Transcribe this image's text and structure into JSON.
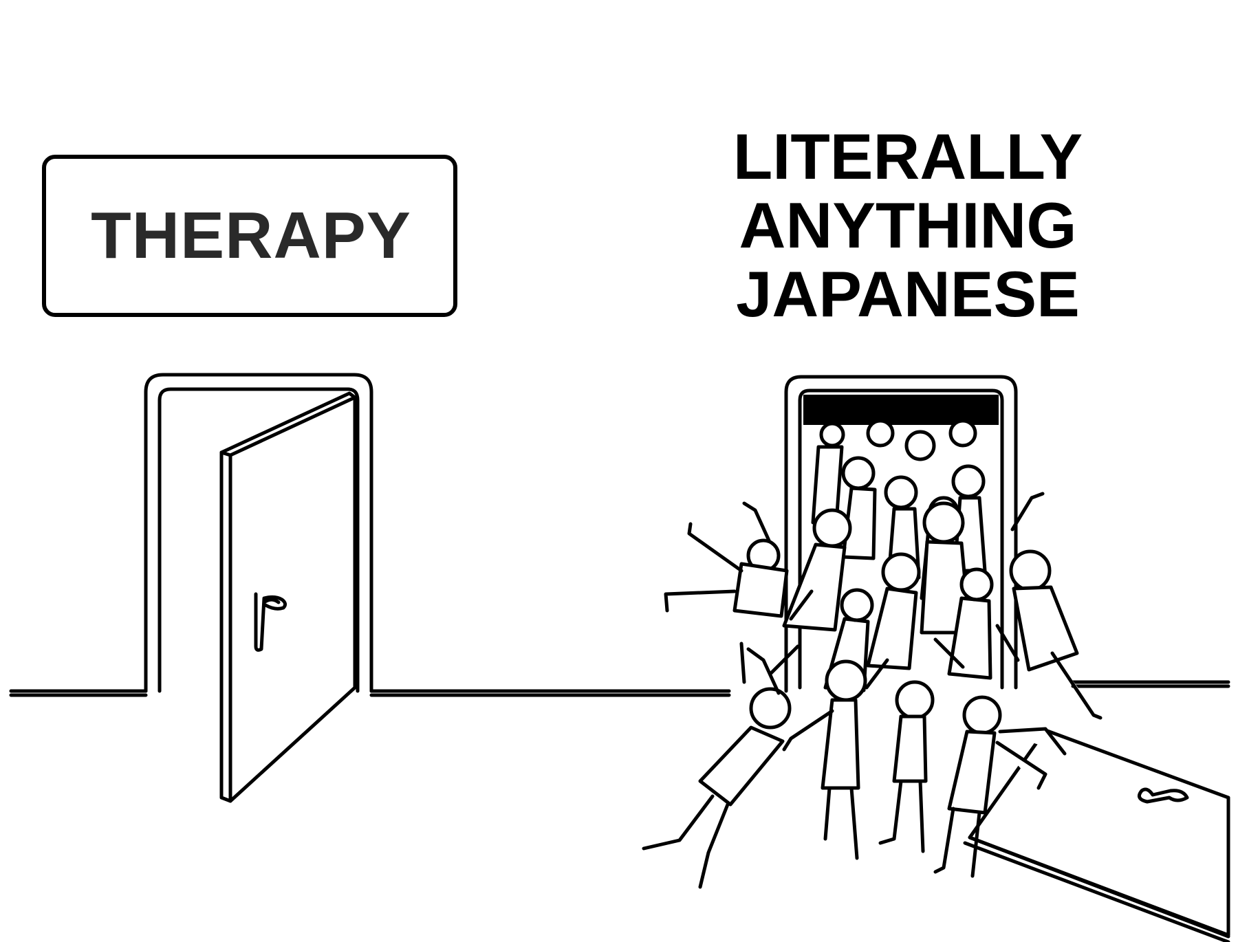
{
  "sign": {
    "label": "THERAPY"
  },
  "caption": {
    "lines": [
      "LITERALLY",
      "ANYTHING",
      "JAPANESE"
    ]
  },
  "colors": {
    "ink": "#000000",
    "sign_text": "#2a2a2a",
    "background": "#ffffff"
  }
}
